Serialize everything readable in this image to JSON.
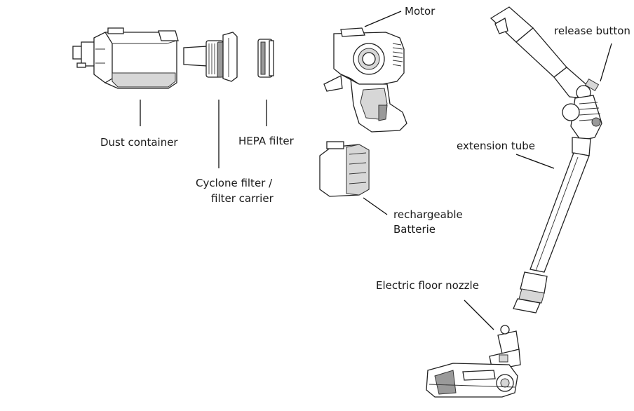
{
  "labels": {
    "dust_container": "Dust container",
    "cyclone_line1": "Cyclone filter /",
    "cyclone_line2": "filter carrier",
    "hepa_filter": "HEPA filter",
    "motor": "Motor",
    "battery_line1": "rechargeable",
    "battery_line2": "Batterie",
    "release_button": "release button",
    "extension_tube": "extension tube",
    "floor_nozzle": "Electric floor nozzle"
  }
}
